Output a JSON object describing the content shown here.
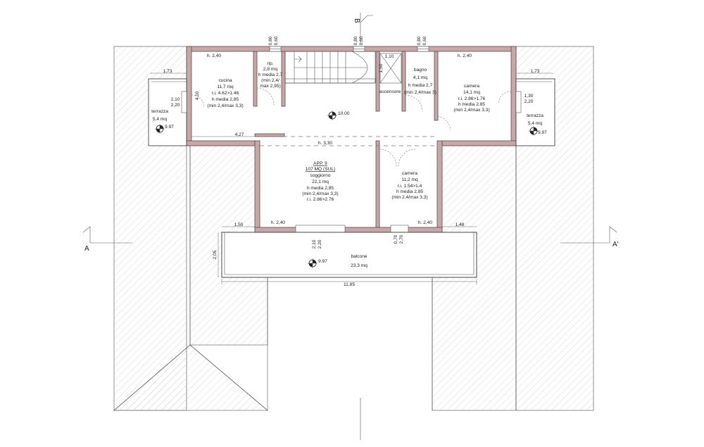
{
  "compass_top": "B",
  "section_left": "A",
  "section_right": "A'",
  "apartment": {
    "name": "APP. 9",
    "sul": "107 MQ (SUL)"
  },
  "rooms": {
    "cucina": [
      "cucina",
      "11,7 mq",
      "r.i. 4.62>1.46",
      "h media 2,85",
      "(min 2,4/max 3,3)"
    ],
    "rip": [
      "rip.",
      "2,8 mq",
      "h media 2,7",
      "(min 2,4/",
      "max 2,95)"
    ],
    "ascensore": [
      "ascensore"
    ],
    "bagno": [
      "bagno",
      "4,1 mq",
      "h media 2,7",
      "(min 2,4/max 3)"
    ],
    "camera1": [
      "camera",
      "14,1 mq",
      "r.i. 2.86>1.76",
      "h media 2,85",
      "(min 2,4/max 3,3)"
    ],
    "terrazza_left": [
      "terrazza",
      "5,4 mq"
    ],
    "terrazza_right": [
      "terrazza",
      "5,4 mq"
    ],
    "soggiorno": [
      "soggiorno",
      "22,1 mq",
      "h media 2,85",
      "(min 2,4/max 3,3)",
      "r.i. 2.86>2.76"
    ],
    "camera2": [
      "camera",
      "11,2 mq",
      "r.i. 1.54>1.4",
      "h media 2,85",
      "(min 2,4/max 3,3)"
    ],
    "balcone": [
      "balcone",
      "23,3 mq"
    ]
  },
  "heights": {
    "h_cucina": "h. 2,40",
    "h_camera": "h. 2,40",
    "h_corridor": "h. 3,30",
    "h_sogg": "h. 2,40",
    "h_cam2": "h. 2,40"
  },
  "levels": {
    "center": "10.00",
    "terr_left": "9.97",
    "terr_right": "9.97",
    "balcone": "9.97"
  },
  "dims": {
    "d_173_left": "1,73",
    "d_173_right": "1,73",
    "d_427": "4,27",
    "d_110": "1,10",
    "d_150_lift": "1,50",
    "d_150_bal": "1,50",
    "d_148": "1,48",
    "d_205": "2,05",
    "d_1185": "11,85",
    "d_410": "4,10",
    "win_left_a": "2,10",
    "win_left_b": "2,20",
    "win_right_a": "1,30",
    "win_right_b": "2,20",
    "win_bal1_a": "2,10",
    "win_bal1_b": "2,20",
    "win_bal2_a": "0,70",
    "win_bal2_b": "2,70",
    "wn1a": "0,80",
    "wn1b": "0,60",
    "wn2a": "0,80",
    "wn2b": "0,60",
    "wn3a": "0,80",
    "wn3b": "0,60"
  }
}
